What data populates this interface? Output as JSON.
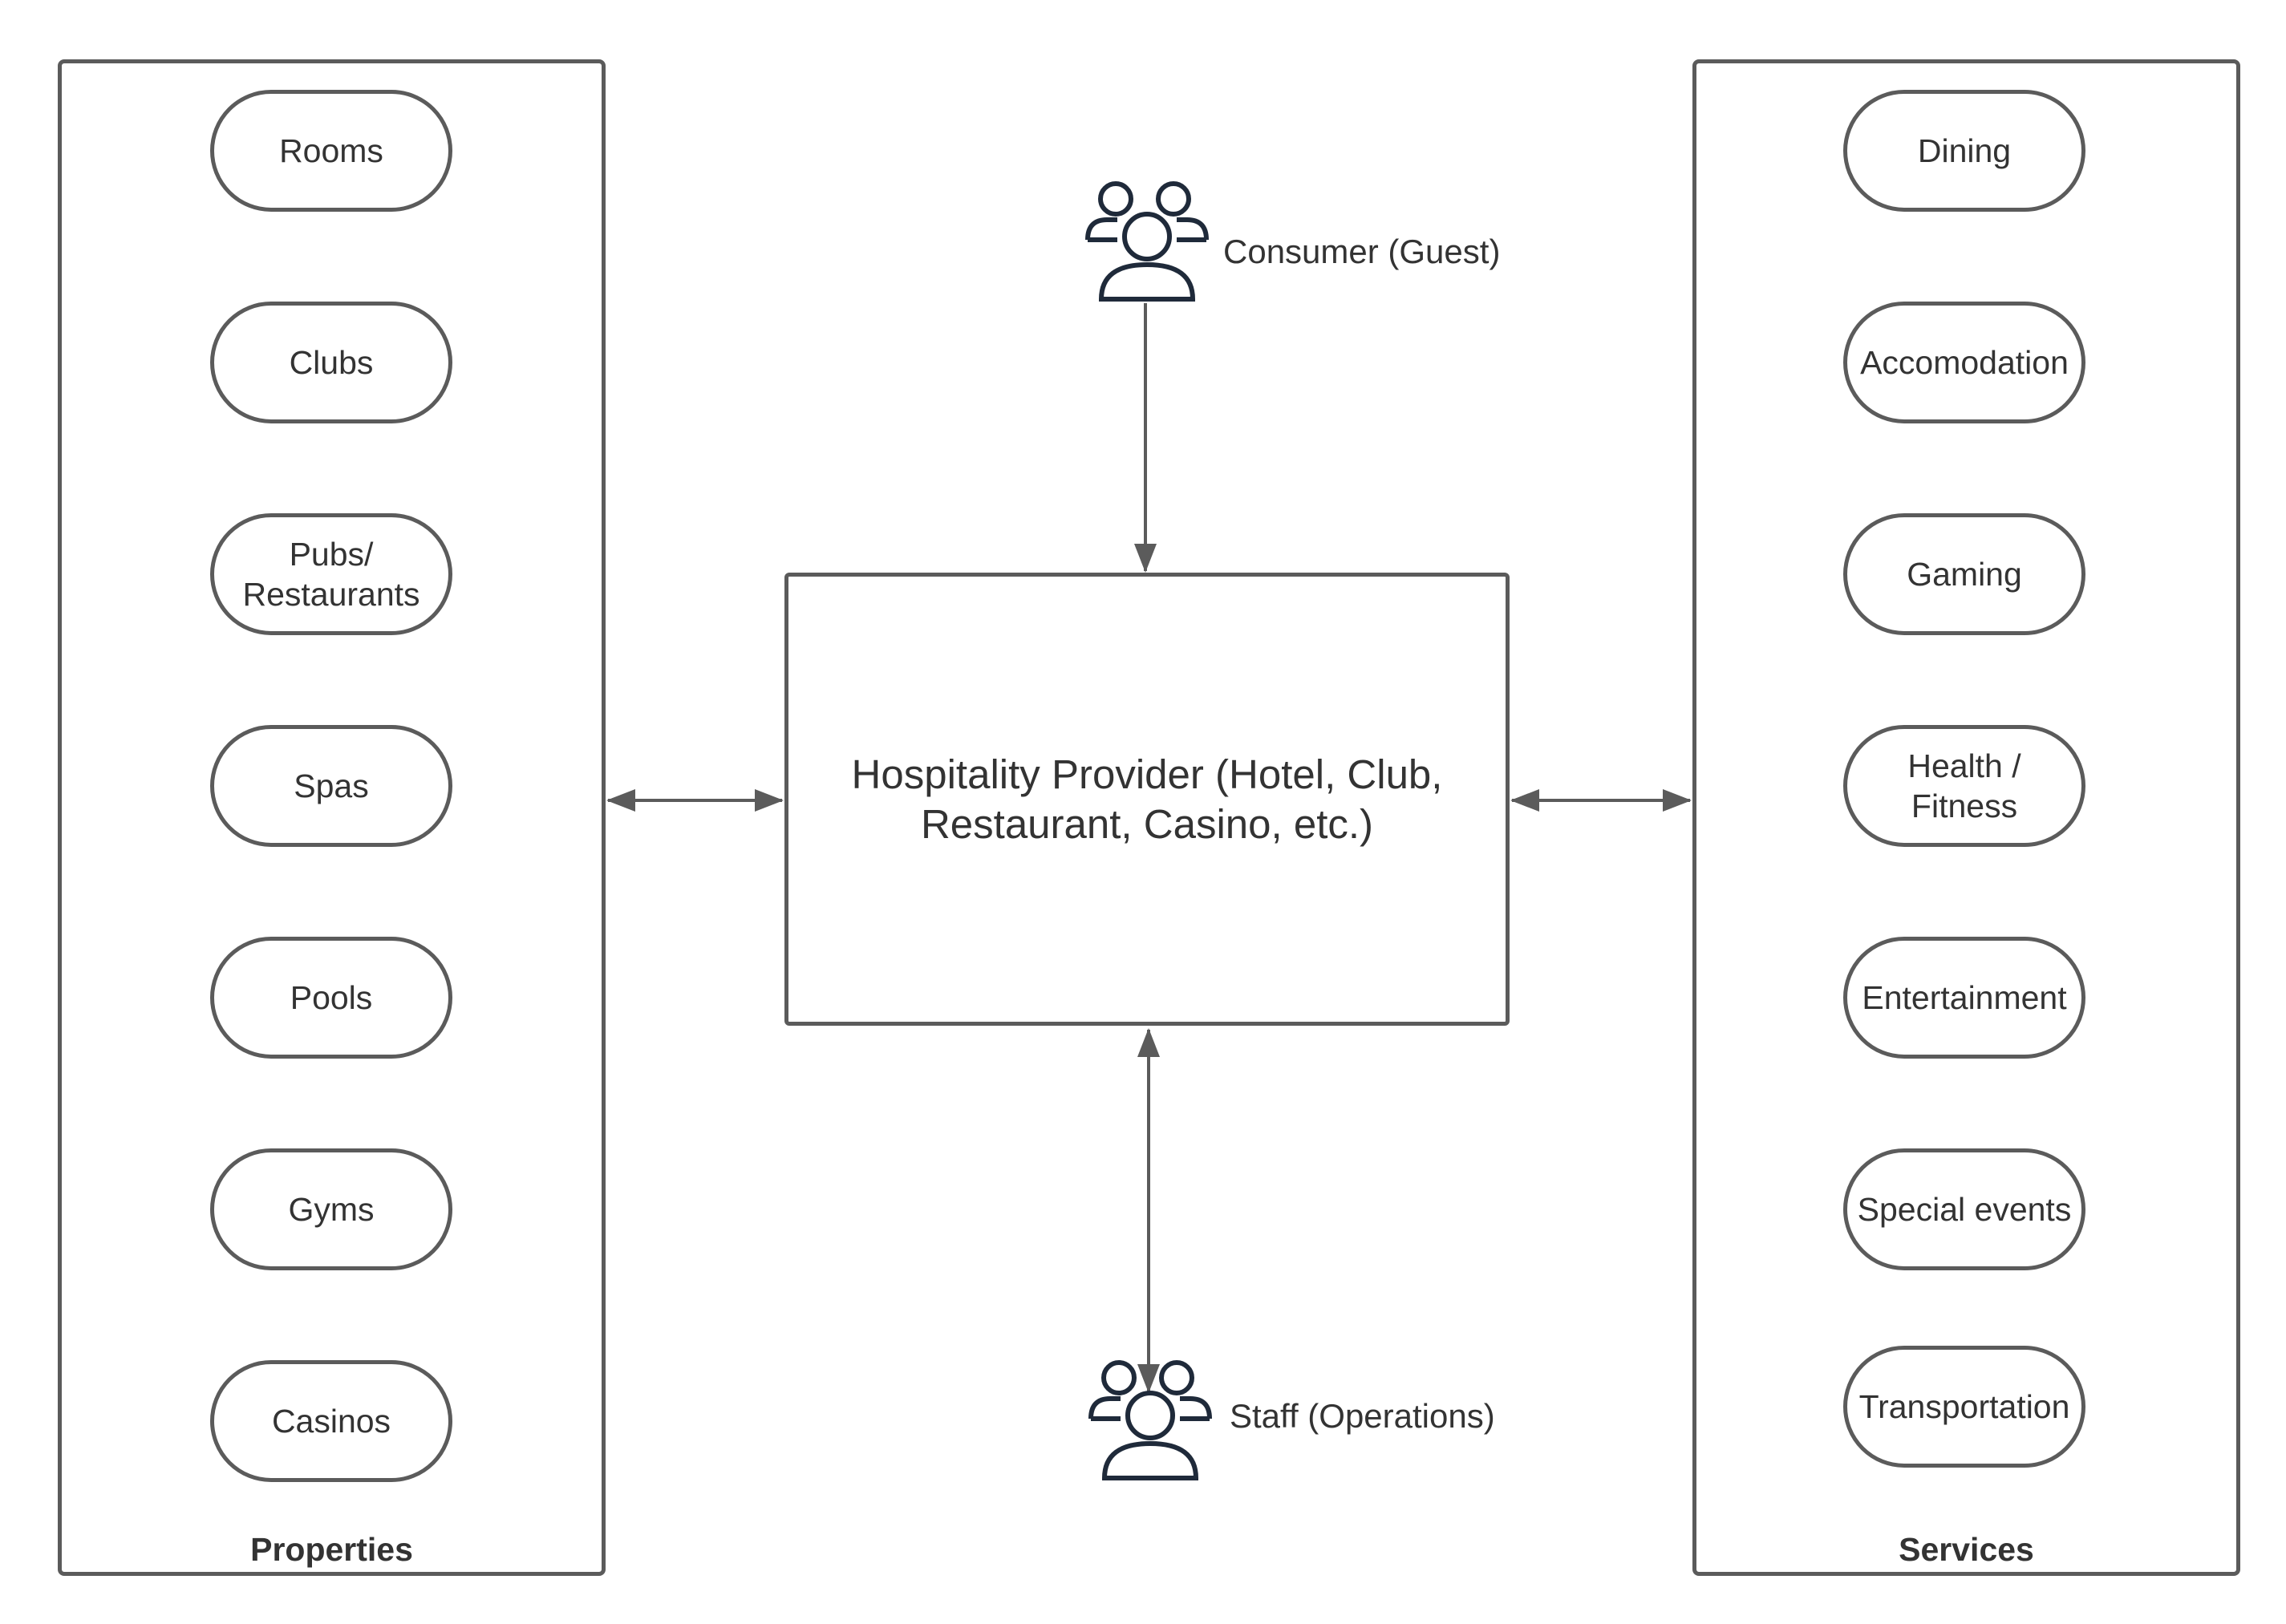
{
  "diagram": {
    "center": {
      "label": "Hospitality Provider (Hotel, Club, Restaurant, Casino, etc.)"
    },
    "properties": {
      "title": "Properties",
      "items": [
        "Rooms",
        "Clubs",
        "Pubs/\nRestaurants",
        "Spas",
        "Pools",
        "Gyms",
        "Casinos"
      ]
    },
    "services": {
      "title": "Services",
      "items": [
        "Dining",
        "Accomodation",
        "Gaming",
        "Health /\nFitness",
        "Entertainment",
        "Special events",
        "Transportation"
      ]
    },
    "actors": {
      "consumer": {
        "label": "Consumer (Guest)",
        "icon": "user-group-icon"
      },
      "staff": {
        "label": "Staff (Operations)",
        "icon": "user-group-icon"
      }
    },
    "colors": {
      "stroke": "#5b5b5b",
      "icon": "#1f2a3a",
      "text": "#333333"
    }
  }
}
